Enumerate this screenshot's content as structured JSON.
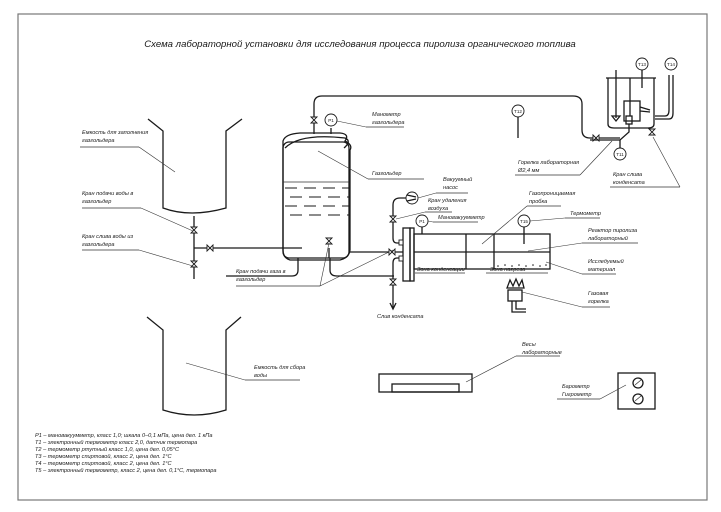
{
  "title": "Схема лабораторной установки для исследования процесса пиролиза органического топлива",
  "labels": {
    "tank_fill": [
      "Емкость для заполнения",
      "газгольдера"
    ],
    "valve_water_in": [
      "Кран подачи воды в",
      "газгольдер"
    ],
    "valve_water_out": [
      "Кран слива воды из",
      "газгольдера"
    ],
    "tank_collect": [
      "Емкость для сбора",
      "воды"
    ],
    "manometer": [
      "Манометр",
      "газгольдера"
    ],
    "gasholder": [
      "Газгольдер"
    ],
    "valve_gas_in": [
      "Кран подачи газа в",
      "газгольдер"
    ],
    "vacuum_pump": [
      "Вакуумный",
      "насос"
    ],
    "valve_air": [
      "Кран удаления",
      "воздуха"
    ],
    "manovacuummeter": [
      "Мановакуумметр"
    ],
    "gastight_plug": [
      "Газопроницаемая",
      "пробка"
    ],
    "thermometer": [
      "Термометр"
    ],
    "reactor": [
      "Реактор пиролиза",
      "лабораторный"
    ],
    "material": [
      "Исследуемый",
      "материал"
    ],
    "gas_burner": [
      "Газовая",
      "горелка"
    ],
    "condensate_drain": [
      "Слив конденсата"
    ],
    "zone_condensation": "Зона конденсации",
    "zone_heating": "Зона нагрева",
    "lab_burner": [
      "Горелка лабораторная",
      "Ø2,4 мм"
    ],
    "valve_condensate": [
      "Кран слива",
      "конденсата"
    ],
    "scales": [
      "Весы",
      "лабораторные"
    ],
    "barometer": [
      "Барометр",
      "Гигрометр"
    ]
  },
  "instrument_tags": {
    "p1_gasholder": "P1",
    "p1_reactor": "P1",
    "t5": "T15",
    "t1": "T11",
    "t3": "T13",
    "t4": "T14",
    "t2": "T12"
  },
  "legend": [
    "P1 – мановакуумметр, класс 1,0; шкала 0–0,1 мПа, цена дел. 1 кПа",
    "T1 – электронный термометр класс 2,0, датчик термопара",
    "T2 – термометр ртутный класс 1,0, цена дел. 0,05°C",
    "T3 – термометр спиртовой, класс 2, цена дел. 1°C",
    "T4 – термометр спиртовой, класс 2, цена дел. 1°C",
    "T5 – электронный термометр, класс 2, цена дел. 0,1°C, термопара"
  ]
}
